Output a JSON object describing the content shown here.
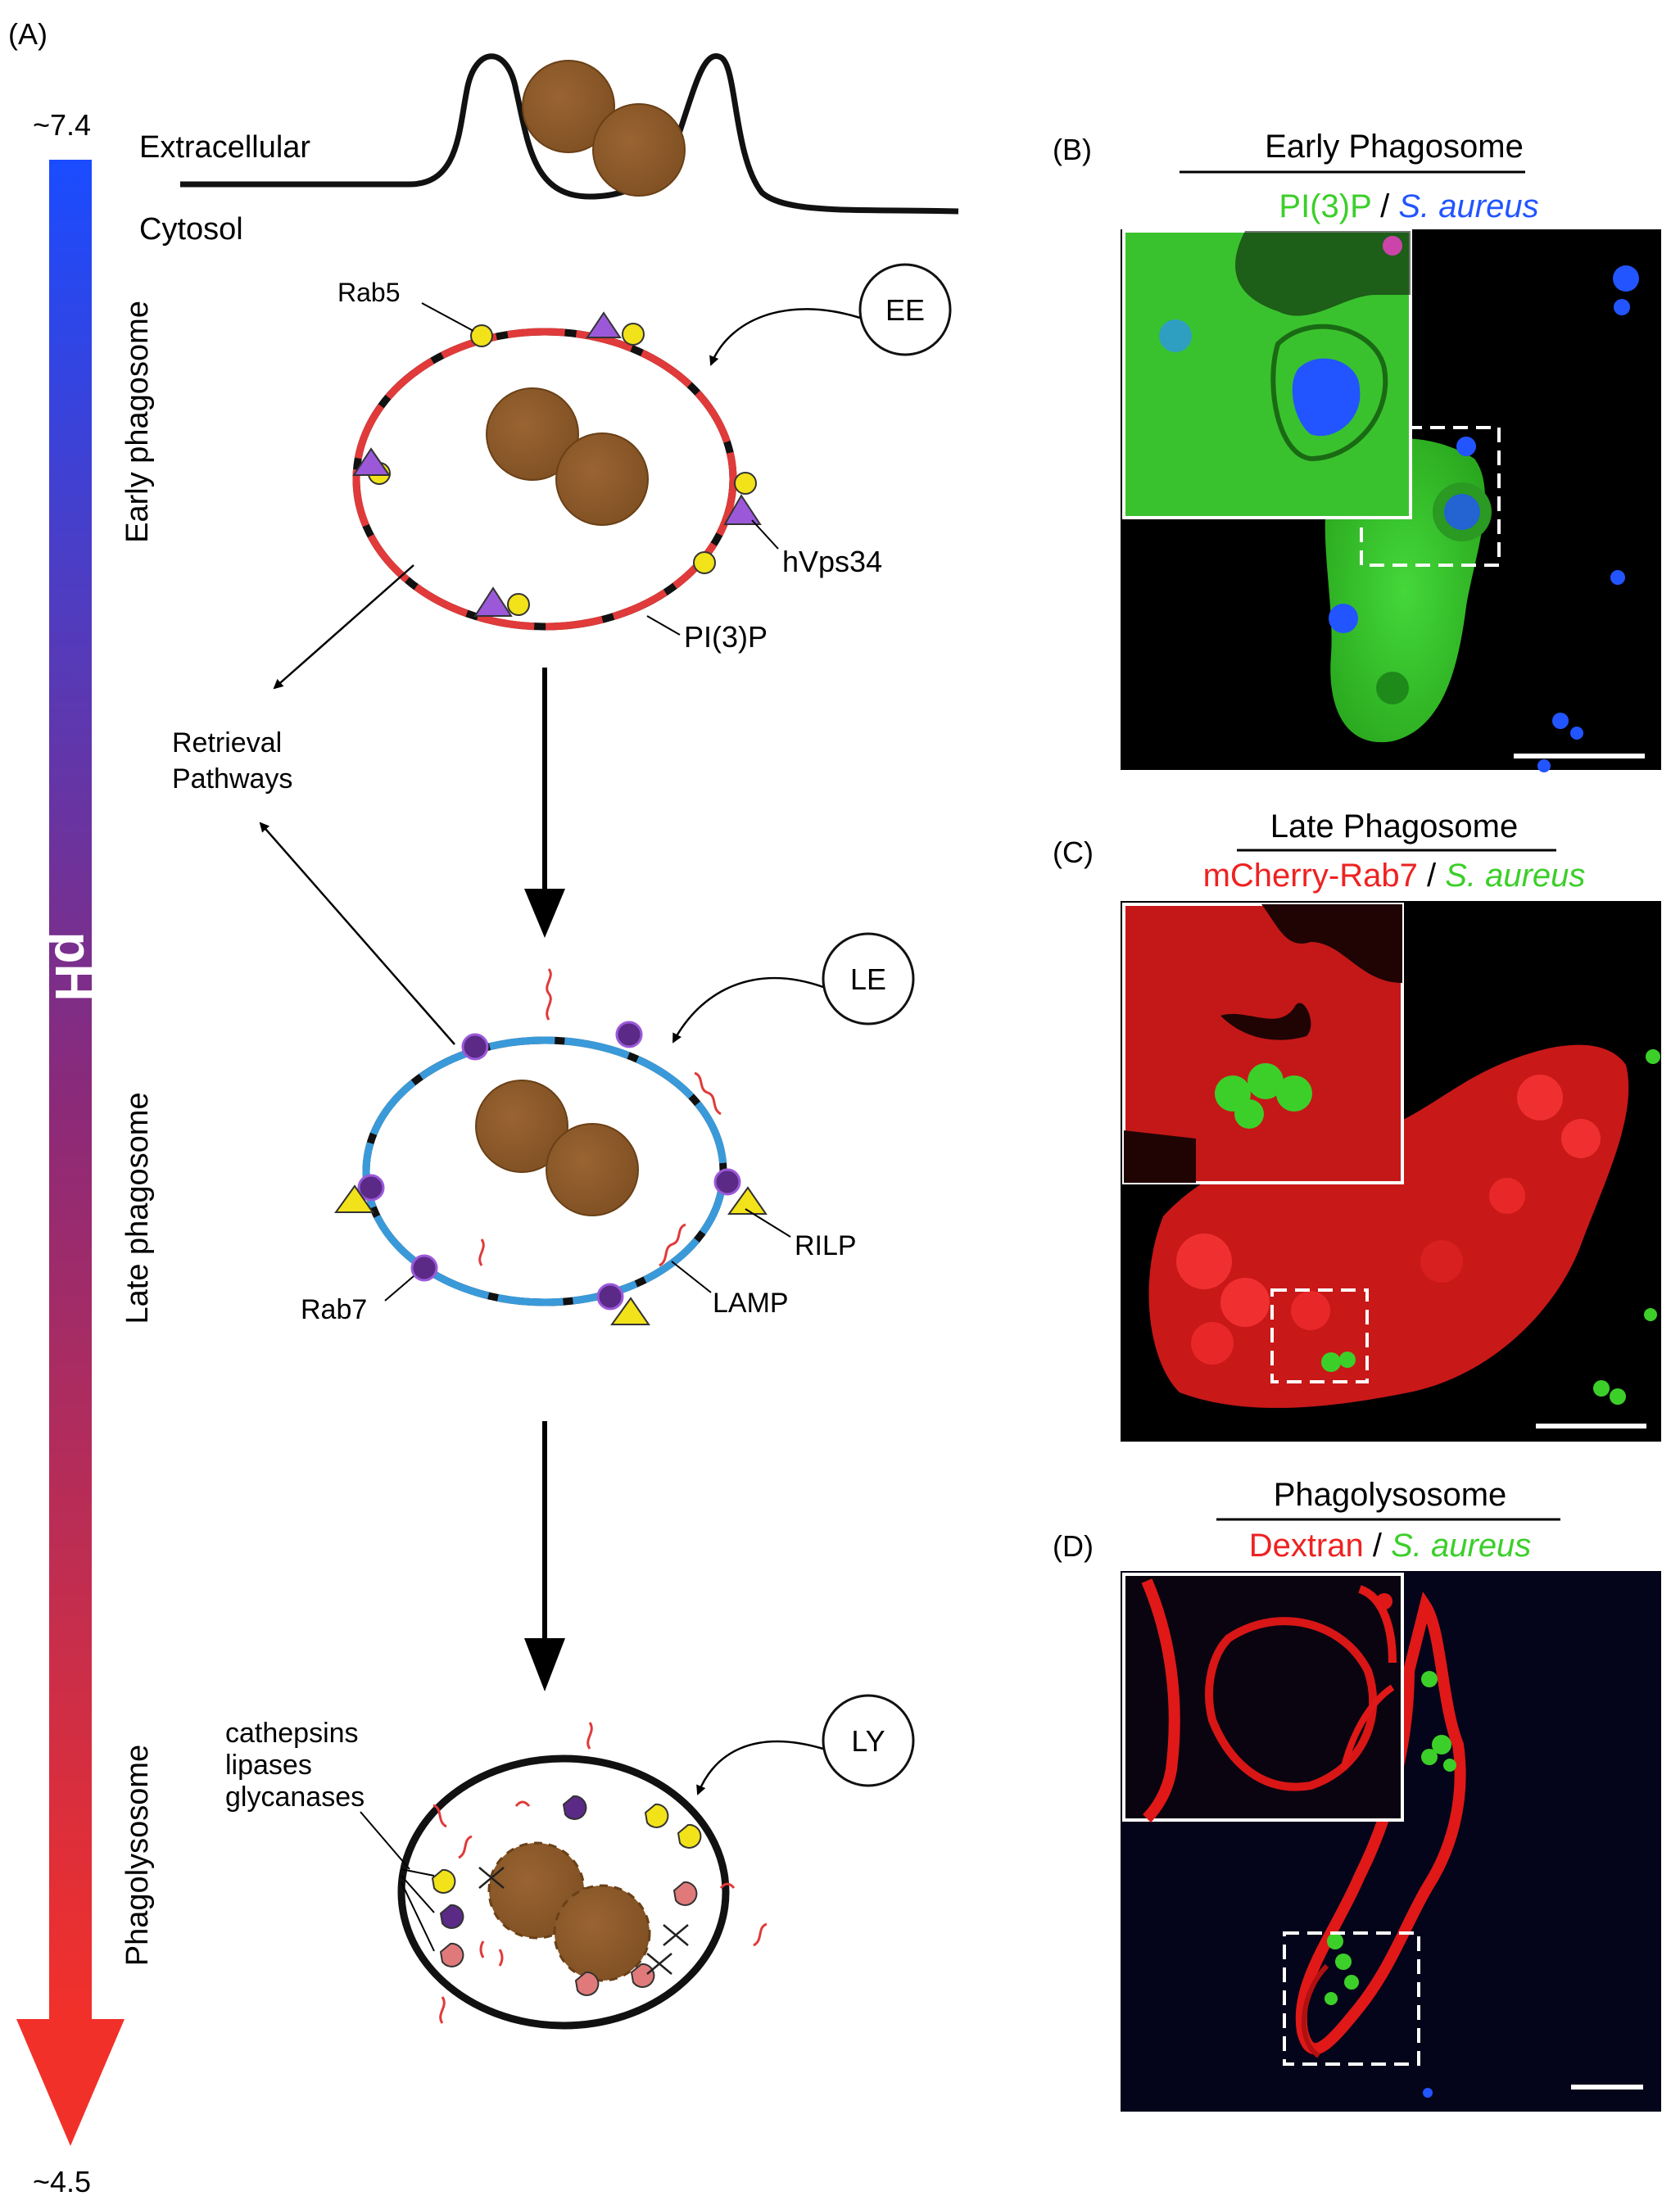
{
  "panel_a": {
    "letter": "(A)",
    "ph_top": "~7.4",
    "ph_bottom": "~4.5",
    "ph_label": "pH",
    "stage_early": "Early phagosome",
    "stage_late": "Late phagosome",
    "stage_phago": "Phagolysosome",
    "extracellular": "Extracellular",
    "cytosol": "Cytosol",
    "ee_badge": "EE",
    "le_badge": "LE",
    "ly_badge": "LY",
    "rab5": "Rab5",
    "hvps34": "hVps34",
    "pi3p": "PI(3)P",
    "retrieval_line1": "Retrieval",
    "retrieval_line2": "Pathways",
    "rilp": "RILP",
    "lamp": "LAMP",
    "rab7": "Rab7",
    "enzyme1": "cathepsins",
    "enzyme2": "lipases",
    "enzyme3": "glycanases"
  },
  "panel_b": {
    "letter": "(B)",
    "title": "Early Phagosome",
    "label_marker": "PI(3)P",
    "label_sep": " / ",
    "label_bacteria": "S. aureus"
  },
  "panel_c": {
    "letter": "(C)",
    "title": "Late Phagosome",
    "label_marker": "mCherry-Rab7",
    "label_sep": " / ",
    "label_bacteria": "S. aureus"
  },
  "panel_d": {
    "letter": "(D)",
    "title": "Phagolysosome",
    "label_marker": "Dextran",
    "label_sep": " / ",
    "label_bacteria": "S. aureus"
  },
  "colors": {
    "ph_top": "#1a4cff",
    "ph_bottom": "#f2302a",
    "bacterium": "#8b5a2b",
    "ee_membrane": "#e03a3a",
    "le_membrane": "#3a9ad9",
    "rab5": "#f2e21a",
    "hvps34": "#9b59d9",
    "rab7": "#5a2a86",
    "rilp": "#f2e21a",
    "green": "#3ccf2a",
    "blue": "#2255ff",
    "red": "#ee2222"
  }
}
